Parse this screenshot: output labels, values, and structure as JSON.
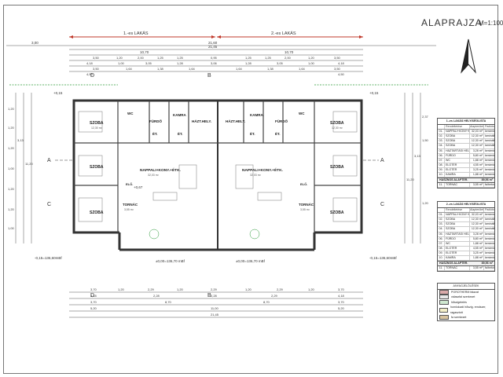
{
  "sheet": {
    "title": "ALAPRAJZA",
    "scale": "M=1:100"
  },
  "units": {
    "unit1": "1.-es LAKÁS",
    "unit2": "2.-es LAKÁS"
  },
  "dims_top": {
    "overall_a": "21,60",
    "overall_b": "21,45",
    "left_10_70": "10,70",
    "right_10_70": "10,70",
    "left_offset": "3,00",
    "row1": [
      "3,50",
      "10,70",
      "1,20",
      "2,00",
      "1,25",
      "1,25",
      "0,95",
      "1,25",
      "1,25",
      "2,00",
      "1,20",
      "10,70",
      "3,50"
    ],
    "row2": [
      "4,18",
      "1,00",
      "3,05",
      "1,28",
      "3,06",
      "1,28",
      "3,05",
      "1,00",
      "4,18"
    ],
    "row3": [
      "3,50",
      "1,64",
      "1,38",
      "1,64",
      "1,64",
      "1,38",
      "1,64",
      "3,50"
    ],
    "row4": [
      "4,50",
      "4,50"
    ]
  },
  "dims_left": [
    "1,20",
    "1,20",
    "1,20",
    "1,00",
    "1,20",
    "1,20",
    "1,00",
    "1,20",
    "3,13",
    "11,20",
    "11,20"
  ],
  "dims_right": [
    "2,37",
    "1,50",
    "3,13",
    "11,20",
    "11,20",
    "1,20"
  ],
  "dims_bottom": {
    "row1": [
      "3,70",
      "1,20",
      "2,29",
      "1,20",
      "2,29",
      "1,20",
      "2,29",
      "1,20",
      "3,70"
    ],
    "row2": [
      "4,18",
      "2,28",
      "2,28",
      "2,29",
      "4,18"
    ],
    "row3": [
      "3,70",
      "8,70",
      "8,70",
      "3,70"
    ],
    "row4": [
      "5,20",
      "11,00",
      "5,20"
    ],
    "overall": "21,45"
  },
  "levels": {
    "left": "-0,15=136,60mBf",
    "mid1": "±0,00=136,70 mBf",
    "mid2": "±0,00=136,70 mBf",
    "right": "-0,15=136,60mBf",
    "plus015_a": "+0,15",
    "plus015_b": "+0,15",
    "plus067": "+0,67"
  },
  "sections": [
    "A",
    "A",
    "B",
    "B",
    "C",
    "C",
    "D",
    "D"
  ],
  "rooms": {
    "szoba": "SZOBA",
    "wc": "WC",
    "furdo": "FÜRDŐ",
    "kamra": "KAMRA",
    "haztjhely": "HÁZT.HELY.",
    "et": "ÉT.",
    "nappali": "NAPPALI+KONY.+ÉTK.",
    "tornac": "TORNÁC",
    "elo": "ELŐ.",
    "szoba_area": "12,30 m²",
    "nappali_area": "32,03 m²",
    "tornac_area": "3,55 m²"
  },
  "table1": {
    "title": "1.-es LAKÁS HELYISÉGLISTA",
    "headers": [
      "",
      "Rendeltetése",
      "Alapterület",
      "Padlóburkolat"
    ],
    "rows": [
      [
        "01.",
        "NAPPALI+KONY+ÉTKEZŐ",
        "32,03 m²",
        "kerámia"
      ],
      [
        "02.",
        "SZOBA",
        "12,30 m²",
        "laminált"
      ],
      [
        "03.",
        "SZOBA",
        "12,30 m²",
        "laminált"
      ],
      [
        "04.",
        "SZOBA",
        "12,30 m²",
        "laminált"
      ],
      [
        "05.",
        "HÁZTARTÁSI HELYISÉG",
        "3,28 m²",
        "kerámia"
      ],
      [
        "06.",
        "FÜRDŐ",
        "5,80 m²",
        "kerámia"
      ],
      [
        "07.",
        "WC",
        "1,88 m²",
        "kerámia"
      ],
      [
        "08.",
        "ELŐTÉR",
        "4,55 m²",
        "kerámia"
      ],
      [
        "09.",
        "ELŐTÉR",
        "3,25 m²",
        "kerámia"
      ],
      [
        "10.",
        "KAMRA",
        "1,88 m²",
        "kerámia"
      ]
    ],
    "sum_label": "HASZNOS ALAPTER.",
    "sum_value": "89,56 m²",
    "extra": [
      "11.",
      "TORNÁC",
      "3,55 m²",
      "fa/beton"
    ]
  },
  "table2": {
    "title": "2.-es LAKÁS HELYISÉGLISTA",
    "headers": [
      "",
      "Rendeltetése",
      "Alapterület",
      "Padlóburkolat"
    ],
    "rows": [
      [
        "01.",
        "NAPPALI+KONY+ÉTKEZŐ",
        "32,03 m²",
        "kerámia"
      ],
      [
        "02.",
        "SZOBA",
        "12,30 m²",
        "laminált"
      ],
      [
        "03.",
        "SZOBA",
        "12,30 m²",
        "laminált"
      ],
      [
        "04.",
        "SZOBA",
        "12,30 m²",
        "laminált"
      ],
      [
        "05.",
        "HÁZTARTÁSI HELYISÉG",
        "3,28 m²",
        "kerámia"
      ],
      [
        "06.",
        "FÜRDŐ",
        "5,80 m²",
        "kerámia"
      ],
      [
        "07.",
        "WC",
        "1,88 m²",
        "kerámia"
      ],
      [
        "08.",
        "ELŐTÉR",
        "4,55 m²",
        "kerámia"
      ],
      [
        "09.",
        "ELŐTÉR",
        "3,25 m²",
        "kerámia"
      ],
      [
        "10.",
        "KAMRA",
        "1,88 m²",
        "kerámia"
      ]
    ],
    "sum_label": "HASZNOS ALAPTER.",
    "sum_value": "89,56 m²",
    "extra": [
      "11.",
      "TORNÁC",
      "3,55 m²",
      "fa/beton"
    ]
  },
  "legend": {
    "title": "ANYAGJELÖLÉSEK",
    "items": [
      {
        "label": "POROTHERM falazat",
        "color": "#d9a9a9"
      },
      {
        "label": "válaszfal szerkezet",
        "color": "#e8e8e8"
      },
      {
        "label": "hőszigetelés",
        "color": "#cfe8cf"
      },
      {
        "label": "homlokzati hőszig. rendszer, ragasztott",
        "color": "#f4efc8"
      },
      {
        "label": "fa szerkezet",
        "color": "#d8c4a0"
      }
    ]
  },
  "colors": {
    "wall": "#333333",
    "ink": "#222222",
    "dimline": "#555555",
    "unit_bar": "#c0392b",
    "green": "#2e9b3a"
  }
}
